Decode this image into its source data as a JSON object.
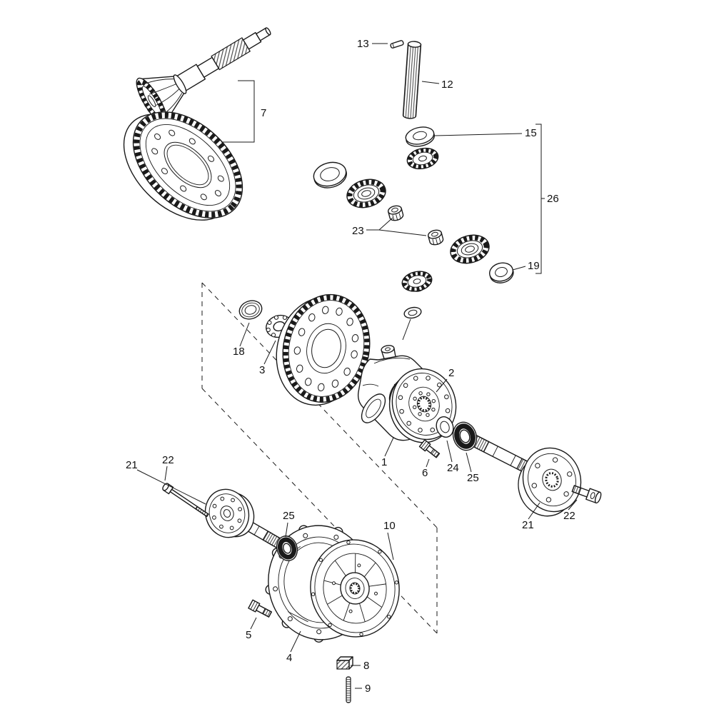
{
  "figure": {
    "background": "#ffffff",
    "line_color": "#1a1a1a"
  },
  "callouts": {
    "c1": "1",
    "c2": "2",
    "c3": "3",
    "c4": "4",
    "c5": "5",
    "c6": "6",
    "c7": "7",
    "c8": "8",
    "c9": "9",
    "c10": "10",
    "c12": "12",
    "c13": "13",
    "c15": "15",
    "c18": "18",
    "c19": "19",
    "c21_left": "21",
    "c21_right": "21",
    "c22_left": "22",
    "c22_right": "22",
    "c23": "23",
    "c24": "24",
    "c25_left": "25",
    "c25_right": "25",
    "c26": "26"
  }
}
